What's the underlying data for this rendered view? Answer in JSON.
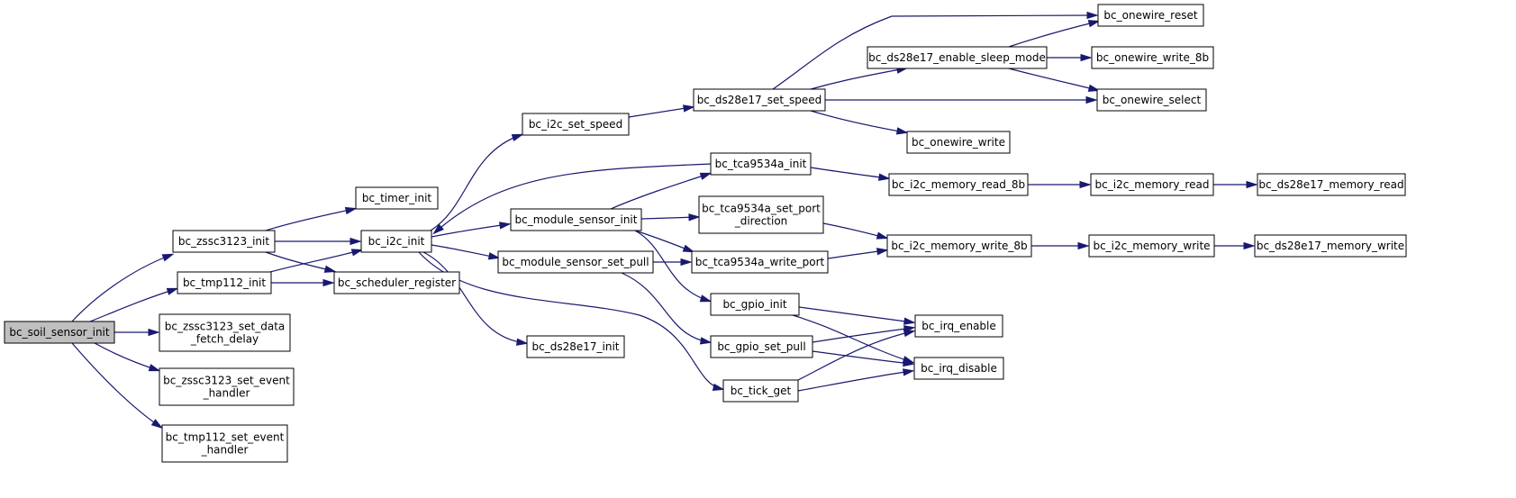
{
  "diagram": {
    "colors": {
      "node_fill": "#ffffff",
      "root_fill": "#bfbfbf",
      "edge": "#191970",
      "border": "#000000"
    },
    "nodes": [
      {
        "id": "root",
        "label": [
          "bc_soil_sensor_init"
        ],
        "root": true
      },
      {
        "id": "zssc_init",
        "label": [
          "bc_zssc3123_init"
        ]
      },
      {
        "id": "tmp_init",
        "label": [
          "bc_tmp112_init"
        ]
      },
      {
        "id": "zssc_fetch",
        "label": [
          "bc_zssc3123_set_data",
          "_fetch_delay"
        ]
      },
      {
        "id": "zssc_event",
        "label": [
          "bc_zssc3123_set_event",
          "_handler"
        ]
      },
      {
        "id": "tmp_event",
        "label": [
          "bc_tmp112_set_event",
          "_handler"
        ]
      },
      {
        "id": "timer_init",
        "label": [
          "bc_timer_init"
        ]
      },
      {
        "id": "i2c_init",
        "label": [
          "bc_i2c_init"
        ]
      },
      {
        "id": "sched_reg",
        "label": [
          "bc_scheduler_register"
        ]
      },
      {
        "id": "i2c_speed",
        "label": [
          "bc_i2c_set_speed"
        ]
      },
      {
        "id": "mod_init",
        "label": [
          "bc_module_sensor_init"
        ]
      },
      {
        "id": "mod_pull",
        "label": [
          "bc_module_sensor_set_pull"
        ]
      },
      {
        "id": "ds_init",
        "label": [
          "bc_ds28e17_init"
        ]
      },
      {
        "id": "ds_speed",
        "label": [
          "bc_ds28e17_set_speed"
        ]
      },
      {
        "id": "tca_init",
        "label": [
          "bc_tca9534a_init"
        ]
      },
      {
        "id": "tca_dir",
        "label": [
          "bc_tca9534a_set_port",
          "_direction"
        ]
      },
      {
        "id": "tca_write",
        "label": [
          "bc_tca9534a_write_port"
        ]
      },
      {
        "id": "gpio_init",
        "label": [
          "bc_gpio_init"
        ]
      },
      {
        "id": "gpio_pull",
        "label": [
          "bc_gpio_set_pull"
        ]
      },
      {
        "id": "tick_get",
        "label": [
          "bc_tick_get"
        ]
      },
      {
        "id": "ds_sleep",
        "label": [
          "bc_ds28e17_enable_sleep_mode"
        ]
      },
      {
        "id": "ow_write",
        "label": [
          "bc_onewire_write"
        ]
      },
      {
        "id": "mem_r8",
        "label": [
          "bc_i2c_memory_read_8b"
        ]
      },
      {
        "id": "mem_w8",
        "label": [
          "bc_i2c_memory_write_8b"
        ]
      },
      {
        "id": "irq_en",
        "label": [
          "bc_irq_enable"
        ]
      },
      {
        "id": "irq_dis",
        "label": [
          "bc_irq_disable"
        ]
      },
      {
        "id": "ow_reset",
        "label": [
          "bc_onewire_reset"
        ]
      },
      {
        "id": "ow_w8",
        "label": [
          "bc_onewire_write_8b"
        ]
      },
      {
        "id": "ow_sel",
        "label": [
          "bc_onewire_select"
        ]
      },
      {
        "id": "mem_r",
        "label": [
          "bc_i2c_memory_read"
        ]
      },
      {
        "id": "mem_w",
        "label": [
          "bc_i2c_memory_write"
        ]
      },
      {
        "id": "ds_mem_r",
        "label": [
          "bc_ds28e17_memory_read"
        ]
      },
      {
        "id": "ds_mem_w",
        "label": [
          "bc_ds28e17_memory_write"
        ]
      }
    ],
    "edges": [
      {
        "from": "root",
        "to": "zssc_init"
      },
      {
        "from": "root",
        "to": "tmp_init"
      },
      {
        "from": "root",
        "to": "zssc_fetch"
      },
      {
        "from": "root",
        "to": "zssc_event"
      },
      {
        "from": "root",
        "to": "tmp_event"
      },
      {
        "from": "zssc_init",
        "to": "timer_init"
      },
      {
        "from": "zssc_init",
        "to": "i2c_init"
      },
      {
        "from": "zssc_init",
        "to": "sched_reg"
      },
      {
        "from": "tmp_init",
        "to": "i2c_init"
      },
      {
        "from": "tmp_init",
        "to": "sched_reg"
      },
      {
        "from": "i2c_init",
        "to": "i2c_speed"
      },
      {
        "from": "i2c_init",
        "to": "mod_init"
      },
      {
        "from": "i2c_init",
        "to": "mod_pull"
      },
      {
        "from": "i2c_init",
        "to": "ds_init"
      },
      {
        "from": "i2c_init",
        "to": "tick_get"
      },
      {
        "from": "tca_init",
        "to": "i2c_init"
      },
      {
        "from": "i2c_speed",
        "to": "ds_speed"
      },
      {
        "from": "mod_init",
        "to": "tca_init"
      },
      {
        "from": "mod_init",
        "to": "tca_dir"
      },
      {
        "from": "mod_init",
        "to": "tca_write"
      },
      {
        "from": "mod_init",
        "to": "gpio_init"
      },
      {
        "from": "mod_pull",
        "to": "tca_write"
      },
      {
        "from": "mod_pull",
        "to": "gpio_pull"
      },
      {
        "from": "ds_speed",
        "to": "ow_reset"
      },
      {
        "from": "ds_speed",
        "to": "ds_sleep"
      },
      {
        "from": "ds_speed",
        "to": "ow_sel"
      },
      {
        "from": "ds_speed",
        "to": "ow_write"
      },
      {
        "from": "ds_sleep",
        "to": "ow_reset"
      },
      {
        "from": "ds_sleep",
        "to": "ow_w8"
      },
      {
        "from": "ds_sleep",
        "to": "ow_sel"
      },
      {
        "from": "tca_init",
        "to": "mem_r8"
      },
      {
        "from": "tca_dir",
        "to": "mem_w8"
      },
      {
        "from": "tca_write",
        "to": "mem_w8"
      },
      {
        "from": "mem_r8",
        "to": "mem_r"
      },
      {
        "from": "mem_w8",
        "to": "mem_w"
      },
      {
        "from": "mem_r",
        "to": "ds_mem_r"
      },
      {
        "from": "mem_w",
        "to": "ds_mem_w"
      },
      {
        "from": "gpio_init",
        "to": "irq_en"
      },
      {
        "from": "gpio_init",
        "to": "irq_dis"
      },
      {
        "from": "gpio_pull",
        "to": "irq_en"
      },
      {
        "from": "gpio_pull",
        "to": "irq_dis"
      },
      {
        "from": "tick_get",
        "to": "irq_en"
      },
      {
        "from": "tick_get",
        "to": "irq_dis"
      }
    ]
  }
}
